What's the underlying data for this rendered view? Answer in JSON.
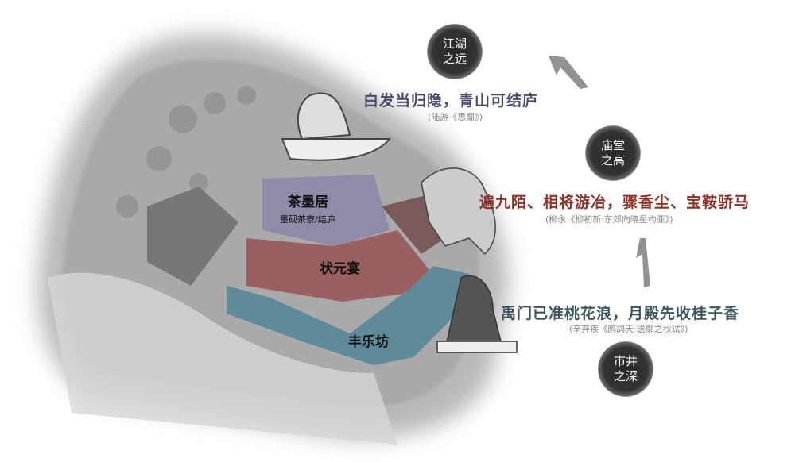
{
  "areas": [
    {
      "name": "茶墨居",
      "sub": "墨砚茶寮/结庐"
    },
    {
      "name": "状元宴"
    },
    {
      "name": "丰乐坊"
    }
  ],
  "badges": [
    {
      "line1": "江湖",
      "line2": "之远"
    },
    {
      "line1": "庙堂",
      "line2": "之高"
    },
    {
      "line1": "市井",
      "line2": "之深"
    }
  ],
  "poems": [
    {
      "text": "白发当归隐，青山可结庐",
      "source": "(陆游《思蜀》)",
      "color": "#4a4a6a"
    },
    {
      "text": "遍九陌、相将游冶，骤香尘、宝鞍骄马",
      "source": "(柳永《柳初新·东郊向晓星杓亚》)",
      "color": "#8a3328"
    },
    {
      "text": "禹门已准桃花浪，月殿先收桂子香",
      "source": "(辛弃疾《鹧鸪天·送廓之秋试》)",
      "color": "#3d5560"
    }
  ],
  "colors": {
    "purple": "#8e8aa8",
    "red": "#9a6060",
    "blue": "#5f8a9a"
  }
}
